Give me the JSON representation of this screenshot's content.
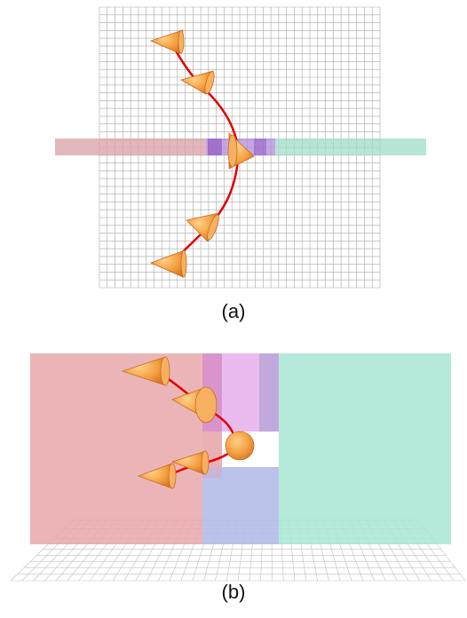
{
  "figure": {
    "panel_a": {
      "caption": "(a)",
      "grid": {
        "cols": 36,
        "rows": 36,
        "color": "#a8a8a8"
      },
      "colors": {
        "band_left": "#d9a0a6",
        "band_right": "#9fdcc8",
        "band_center": "#b28ad8",
        "band_purple": "#8a4fc0",
        "trajectory": "#e00000",
        "cone": "#f0a040"
      },
      "cones": [
        "cone-1",
        "cone-2",
        "cone-3",
        "cone-4",
        "cone-5"
      ]
    },
    "panel_b": {
      "caption": "(b)",
      "colors": {
        "wall_left": "#e8a8ac",
        "wall_right": "#a8e6d4",
        "block_top": "#e8b4ec",
        "block_top_left": "#d890c8",
        "block_top_right": "#bca8d8",
        "block_bottom": "#b4bce8",
        "floor_grid": "#c0c0c0",
        "trajectory": "#e00000",
        "cone": "#f0a040"
      },
      "cones": [
        "cone-1",
        "cone-2",
        "cone-3",
        "cone-4",
        "cone-5"
      ]
    }
  }
}
